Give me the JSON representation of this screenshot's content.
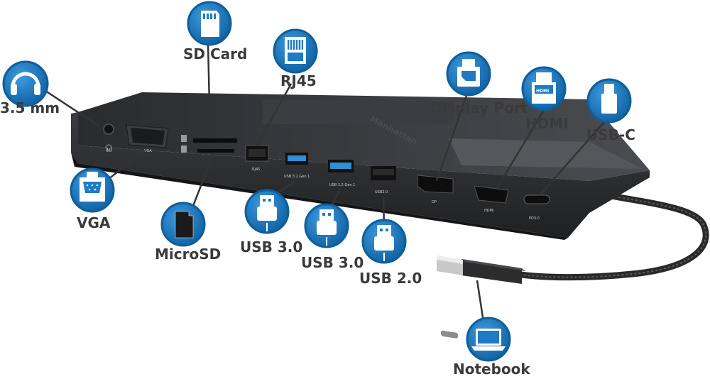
{
  "labels": {
    "audio": "3.5 mm",
    "sd_card": "SD Card",
    "rj45": "RJ45",
    "display_port": "Display Port",
    "hdmi": "HDMI",
    "usb_c": "USB-C",
    "vga": "VGA",
    "micro_sd": "MicroSD",
    "usb30_a": "USB 3.0",
    "usb30_b": "USB 3.0",
    "usb20": "USB 2.0",
    "notebook": "Notebook"
  },
  "brand": "Manhattan",
  "port_text": {
    "vga": "VGA",
    "rj45": "RJ45",
    "usb32_a": "USB 3.2 Gen 1",
    "usb32_b": "USB 3.2 Gen 1",
    "usb20": "USB2.0",
    "dp": "DP",
    "hdmi": "HDMI",
    "pd": "PD3.0"
  },
  "icon_text": {
    "hdmi": "HDMI"
  },
  "colors": {
    "icon_blue": "#1e7bc6",
    "icon_ring": "#0e5e9c",
    "label_text": "#3a3a3a",
    "usb3_blue": "#2f8fd6",
    "dock_body": "#2b2c2e"
  },
  "icons": [
    "headphones-icon",
    "sd-card-icon",
    "ethernet-icon",
    "displayport-icon",
    "hdmi-icon",
    "usb-c-icon",
    "vga-icon",
    "microsd-icon",
    "usb-a-icon",
    "usb-a-icon",
    "usb-a-icon",
    "laptop-icon"
  ]
}
